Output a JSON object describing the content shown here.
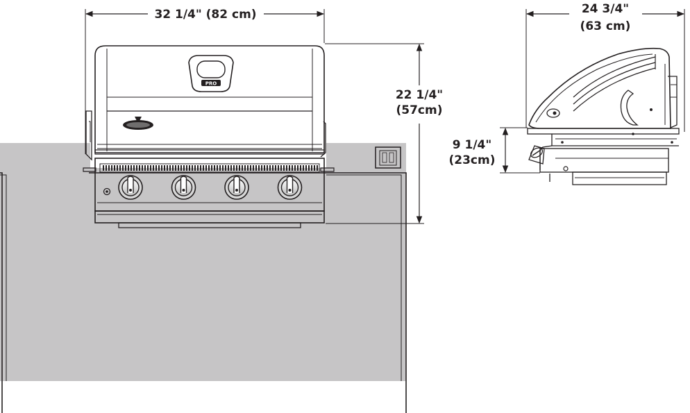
{
  "dimensions": {
    "front_width": "32 1/4\" (82 cm)",
    "front_height_in": "22 1/4\"",
    "front_height_cm": "(57cm)",
    "side_depth_in": "24 3/4\"",
    "side_depth_cm": "(63 cm)",
    "side_height_in": "9 1/4\"",
    "side_height_cm": "(23cm)"
  },
  "grill": {
    "burner_knob_count": 4,
    "badge_text": "PRO"
  },
  "colors": {
    "line": "#231f20",
    "counter": "#c6c5c6",
    "steel_light": "#f2f2f2",
    "steel_mid": "#d8d8d8"
  }
}
